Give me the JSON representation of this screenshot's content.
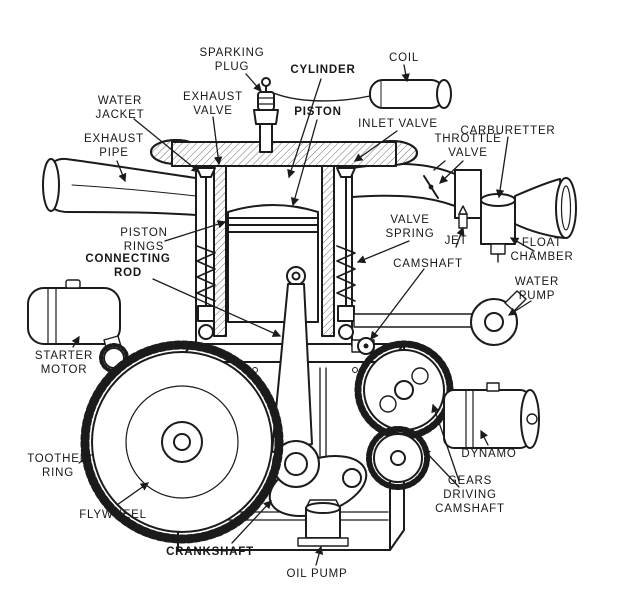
{
  "diagram": {
    "type": "single-cylinder-engine-cutaway",
    "ink_color": "#1b1b1b",
    "background": "#ffffff",
    "labels": {
      "sparking_plug": "SPARKING\nPLUG",
      "cylinder": "CYLINDER",
      "coil": "COIL",
      "water_jacket": "WATER\nJACKET",
      "exhaust_valve": "EXHAUST\nVALVE",
      "piston": "PISTON",
      "inlet_valve": "INLET    VALVE",
      "carburetter": "CARBURETTER",
      "exhaust_pipe": "EXHAUST\nPIPE",
      "throttle_valve": "THROTTLE\nVALVE",
      "piston_rings": "PISTON\nRINGS",
      "valve_spring": "VALVE\nSPRING",
      "jet": "JET",
      "float_chamber": "FLOAT\nCHAMBER",
      "connecting_rod": "CONNECTING\nROD",
      "camshaft": "CAMSHAFT",
      "water_pump": "WATER\nPUMP",
      "starter_motor": "STARTER\nMOTOR",
      "dynamo": "DYNAMO",
      "toothed_ring": "TOOTHED\nRING",
      "flywheel": "FLYWHEEL",
      "gears_driving_camshaft": "GEARS\nDRIVING\nCAMSHAFT",
      "crankshaft": "CRANKSHAFT",
      "oil_pump": "OIL   PUMP"
    }
  }
}
